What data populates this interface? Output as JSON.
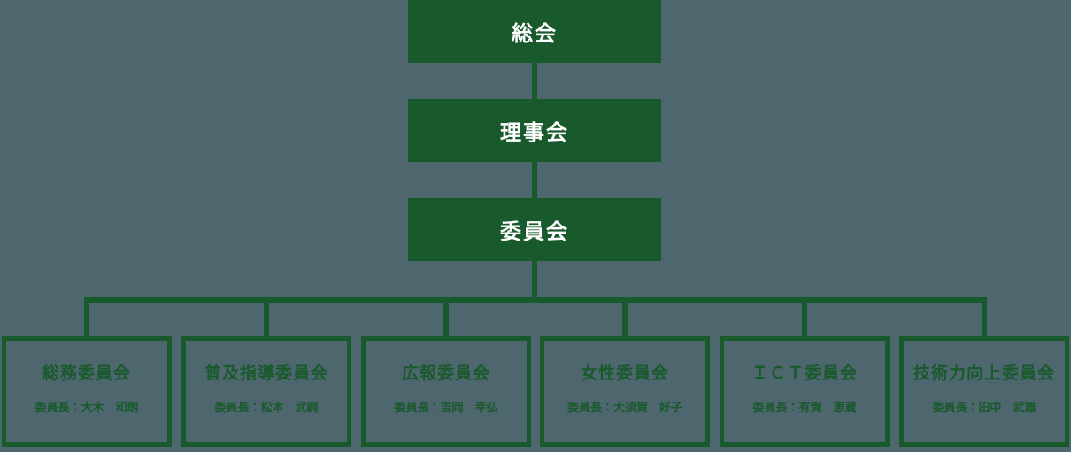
{
  "colors": {
    "background": "#4e666e",
    "green": "#195a2d",
    "text_on_green": "#ffffff"
  },
  "hierarchy": {
    "top_nodes": [
      {
        "label": "総会"
      },
      {
        "label": "理事会"
      },
      {
        "label": "委員会"
      }
    ],
    "committees": [
      {
        "name": "総務委員会",
        "chair": "委員長：大木　和朗"
      },
      {
        "name": "普及指導委員会",
        "chair": "委員長：松本　武嗣"
      },
      {
        "name": "広報委員会",
        "chair": "委員長：吉岡　幸弘"
      },
      {
        "name": "女性委員会",
        "chair": "委員長：大須賀　好子"
      },
      {
        "name": "ＩＣＴ委員会",
        "chair": "委員長：有賀　恵蔵"
      },
      {
        "name": "技術力向上委員会",
        "chair": "委員長：田中　武雄"
      }
    ]
  }
}
